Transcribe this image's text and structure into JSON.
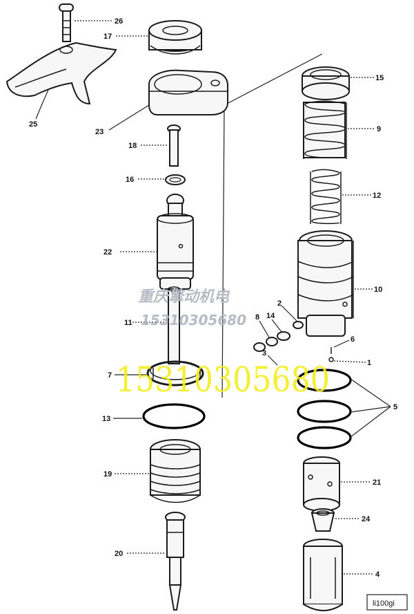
{
  "labels": {
    "l26": "26",
    "l17": "17",
    "l25": "25",
    "l23": "23",
    "l18": "18",
    "l16": "16",
    "l22": "22",
    "l11": "11",
    "l7": "7",
    "l13": "13",
    "l19": "19",
    "l20": "20",
    "l15": "15",
    "l9": "9",
    "l12": "12",
    "l10": "10",
    "l2": "2",
    "l14": "14",
    "l8": "8",
    "l3": "3",
    "l6": "6",
    "l1": "1",
    "l5": "5",
    "l21": "21",
    "l24": "24",
    "l4": "4"
  },
  "watermark": {
    "company": "重庆擎动机电",
    "phone_small": "15310305680",
    "phone_big": "15310305680"
  },
  "figure_code": "li100gi"
}
